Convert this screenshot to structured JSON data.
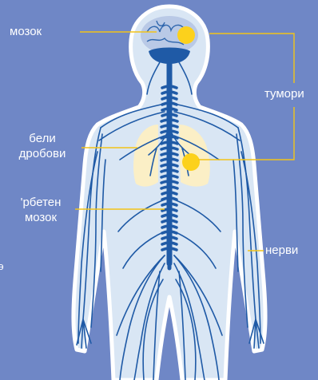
{
  "labels": {
    "brain": "мозок",
    "tumors": "тумори",
    "lungs_line1": "бели",
    "lungs_line2": "дробови",
    "spinal_line1": "'рбетен",
    "spinal_line2": "мозок",
    "nerves": "нерви",
    "edge_glyph": "э"
  },
  "colors": {
    "background": "#6f87c6",
    "body_fill": "#d9e6f4",
    "body_outline": "#ffffff",
    "nerves": "#1f5aa6",
    "brain": "#b9c9e6",
    "lungs": "#fbefc6",
    "tumor": "#fcd11c",
    "leader_line": "#f2c418"
  }
}
